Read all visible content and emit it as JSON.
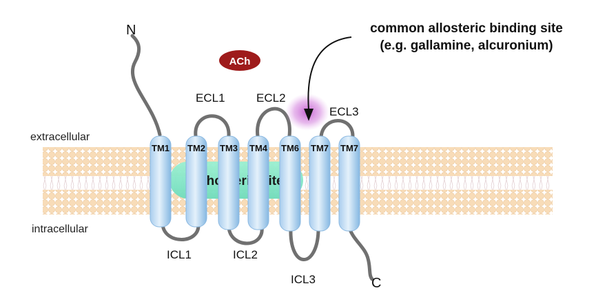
{
  "labels": {
    "n_term": "N",
    "c_term": "C",
    "ach": "ACh",
    "allosteric_line1": "common allosteric binding site",
    "allosteric_line2": "(e.g. gallamine, alcuronium)",
    "ecl1": "ECL1",
    "ecl2": "ECL2",
    "ecl3": "ECL3",
    "icl1": "ICL1",
    "icl2": "ICL2",
    "icl3": "ICL3",
    "extracellular": "extracellular",
    "intracellular": "intracellular",
    "orthosteric": "orthosteric site"
  },
  "helices": [
    "TM1",
    "TM2",
    "TM3",
    "TM4",
    "TM6",
    "TM7",
    "TM7"
  ],
  "colors": {
    "helix_light": "#d7eaf8",
    "helix_dark": "#8dbfe6",
    "loop": "#707070",
    "ach_fill": "#9e1b1b",
    "orthosteric_fill": "#7fe6c4",
    "allosteric_fill": "#c35bd0",
    "lipid_head": "#f8dcb8",
    "lipid_tail": "#e2c8c8"
  }
}
